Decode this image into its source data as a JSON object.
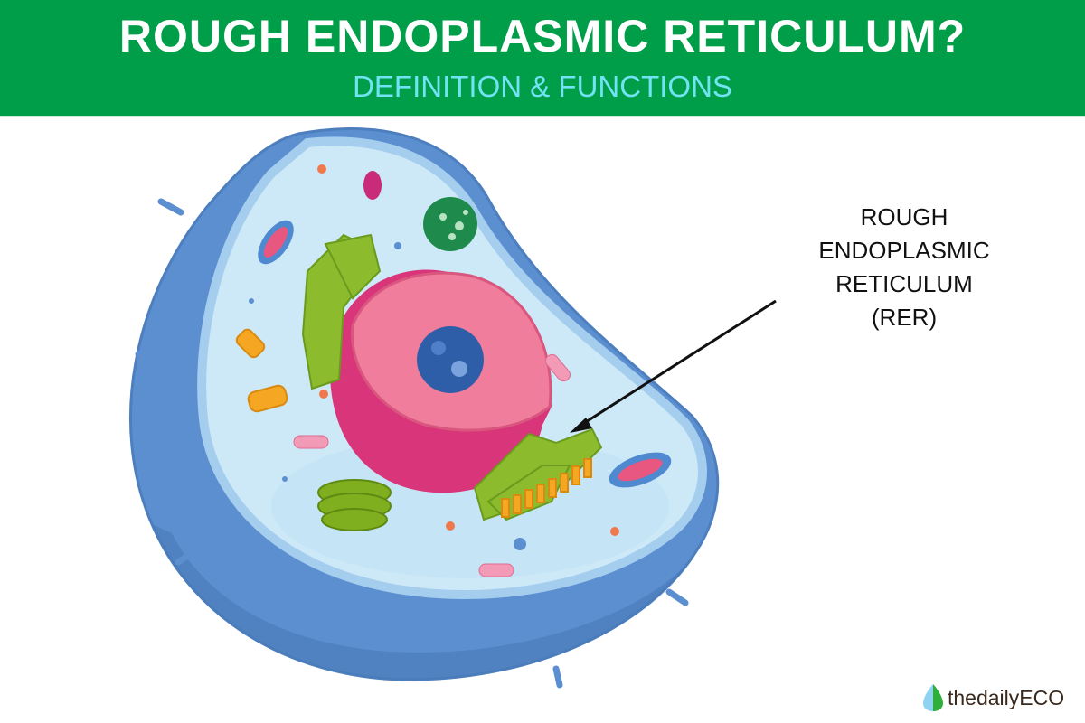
{
  "header": {
    "title": "ROUGH ENDOPLASMIC RETICULUM?",
    "subtitle": "DEFINITION & FUNCTIONS"
  },
  "annotation": {
    "lines": [
      "ROUGH",
      "ENDOPLASMIC",
      "RETICULUM",
      "(RER)"
    ]
  },
  "logo": {
    "text": "thedailyECO"
  },
  "colors": {
    "header_bg": "#009e49",
    "subtitle": "#72e3f2",
    "cell_outer": "#5b8fd0",
    "cell_inner": "#cde9f7",
    "nucleus": "#f07a9a",
    "rer": "#8dbb2e"
  }
}
